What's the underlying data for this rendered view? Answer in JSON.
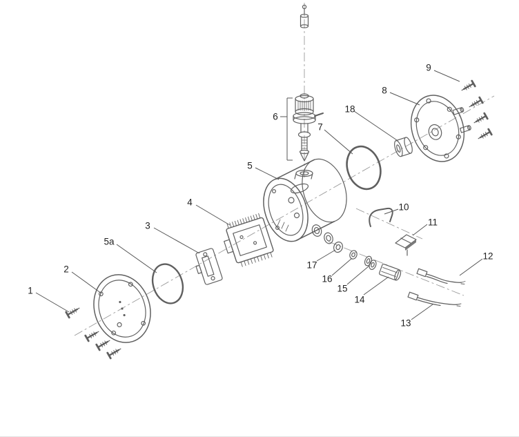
{
  "diagram": {
    "background": "#ffffff",
    "line_color": "#5f5f5f",
    "center_line_color": "#9a9a9a",
    "leader_color": "#555555",
    "label_color": "#1f1f1f",
    "callouts": [
      {
        "label": "1"
      },
      {
        "label": "2"
      },
      {
        "label": "3"
      },
      {
        "label": "4"
      },
      {
        "label": "5"
      },
      {
        "label": "5a"
      },
      {
        "label": "6"
      },
      {
        "label": "7"
      },
      {
        "label": "8"
      },
      {
        "label": "9"
      },
      {
        "label": "10"
      },
      {
        "label": "11"
      },
      {
        "label": "12"
      },
      {
        "label": "13"
      },
      {
        "label": "14"
      },
      {
        "label": "15"
      },
      {
        "label": "16"
      },
      {
        "label": "17"
      },
      {
        "label": "18"
      }
    ]
  }
}
